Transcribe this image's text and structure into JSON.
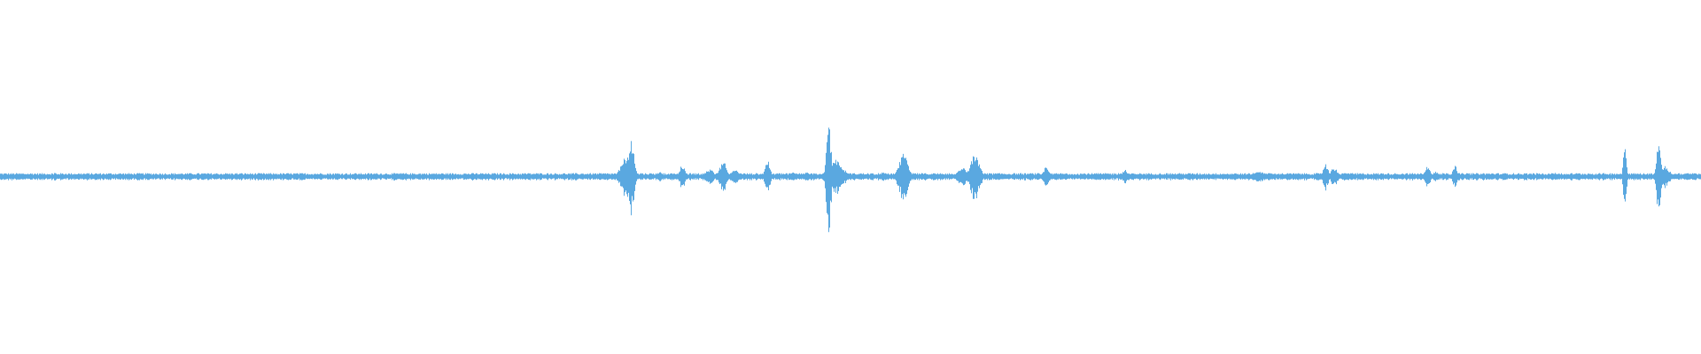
{
  "waveform": {
    "color": "#5aa8e0",
    "baseline_amplitude": 0.005,
    "noise_level": 0.012,
    "transients": [
      {
        "t": 0.032,
        "amp": 0.012,
        "width": 0.0008
      },
      {
        "t": 0.368,
        "amp": 0.06,
        "width": 0.003
      },
      {
        "t": 0.371,
        "amp": 0.11,
        "width": 0.0015
      },
      {
        "t": 0.388,
        "amp": 0.02,
        "width": 0.0008
      },
      {
        "t": 0.401,
        "amp": 0.035,
        "width": 0.0015
      },
      {
        "t": 0.417,
        "amp": 0.02,
        "width": 0.0025
      },
      {
        "t": 0.425,
        "amp": 0.045,
        "width": 0.002
      },
      {
        "t": 0.432,
        "amp": 0.02,
        "width": 0.002
      },
      {
        "t": 0.451,
        "amp": 0.045,
        "width": 0.0015
      },
      {
        "t": 0.466,
        "amp": 0.012,
        "width": 0.002
      },
      {
        "t": 0.474,
        "amp": 0.012,
        "width": 0.002
      },
      {
        "t": 0.487,
        "amp": 0.16,
        "width": 0.0012
      },
      {
        "t": 0.491,
        "amp": 0.05,
        "width": 0.004
      },
      {
        "t": 0.519,
        "amp": 0.012,
        "width": 0.002
      },
      {
        "t": 0.531,
        "amp": 0.065,
        "width": 0.0025
      },
      {
        "t": 0.566,
        "amp": 0.025,
        "width": 0.003
      },
      {
        "t": 0.573,
        "amp": 0.065,
        "width": 0.0025
      },
      {
        "t": 0.615,
        "amp": 0.03,
        "width": 0.0015
      },
      {
        "t": 0.661,
        "amp": 0.02,
        "width": 0.0015
      },
      {
        "t": 0.74,
        "amp": 0.015,
        "width": 0.004
      },
      {
        "t": 0.779,
        "amp": 0.035,
        "width": 0.0015
      },
      {
        "t": 0.784,
        "amp": 0.025,
        "width": 0.002
      },
      {
        "t": 0.792,
        "amp": 0.012,
        "width": 0.003
      },
      {
        "t": 0.839,
        "amp": 0.03,
        "width": 0.0015
      },
      {
        "t": 0.844,
        "amp": 0.015,
        "width": 0.002
      },
      {
        "t": 0.855,
        "amp": 0.035,
        "width": 0.0012
      },
      {
        "t": 0.913,
        "amp": 0.012,
        "width": 0.002
      },
      {
        "t": 0.955,
        "amp": 0.11,
        "width": 0.0008
      },
      {
        "t": 0.975,
        "amp": 0.11,
        "width": 0.0012
      },
      {
        "t": 0.978,
        "amp": 0.03,
        "width": 0.003
      }
    ]
  }
}
